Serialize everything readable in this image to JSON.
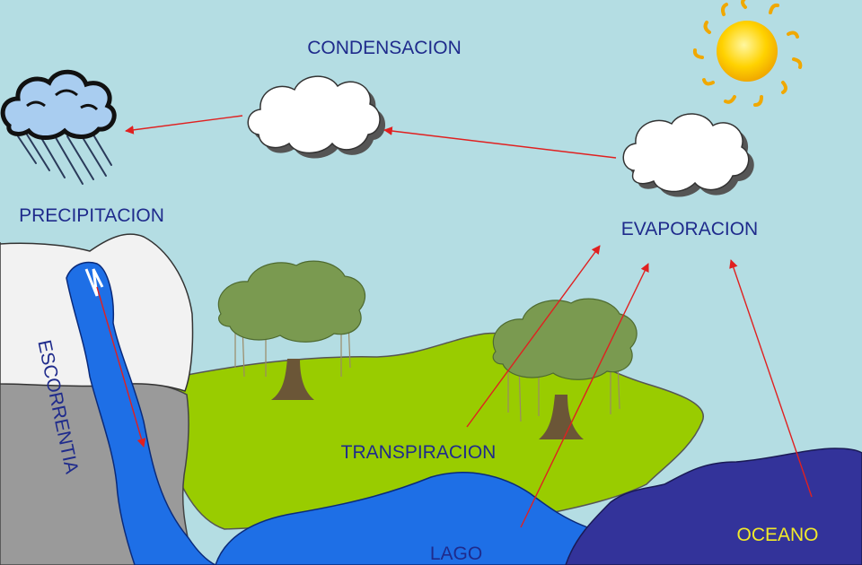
{
  "labels": {
    "condensation": "CONDENSACION",
    "precipitation": "PRECIPITACION",
    "evaporation": "EVAPORACION",
    "runoff": "ESCORRENTIA",
    "transpiration": "TRANSPIRACION",
    "lake": "LAGO",
    "ocean": "OCEANO"
  },
  "colors": {
    "sky": "#b4dde3",
    "label_text": "#1f2b8c",
    "ocean_label": "#f2ea2a",
    "arrow": "#e02020",
    "grass": "#99cc00",
    "water": "#1e6fe6",
    "ocean": "#33339a",
    "rock": "#9a9a9a",
    "snow": "#f2f2f2",
    "cloud": "#ffffff",
    "rain_cloud": "#a9cdf0",
    "sun": "#ffd200",
    "tree_leaves": "#7a9a50",
    "tree_trunk": "#6b5637"
  }
}
